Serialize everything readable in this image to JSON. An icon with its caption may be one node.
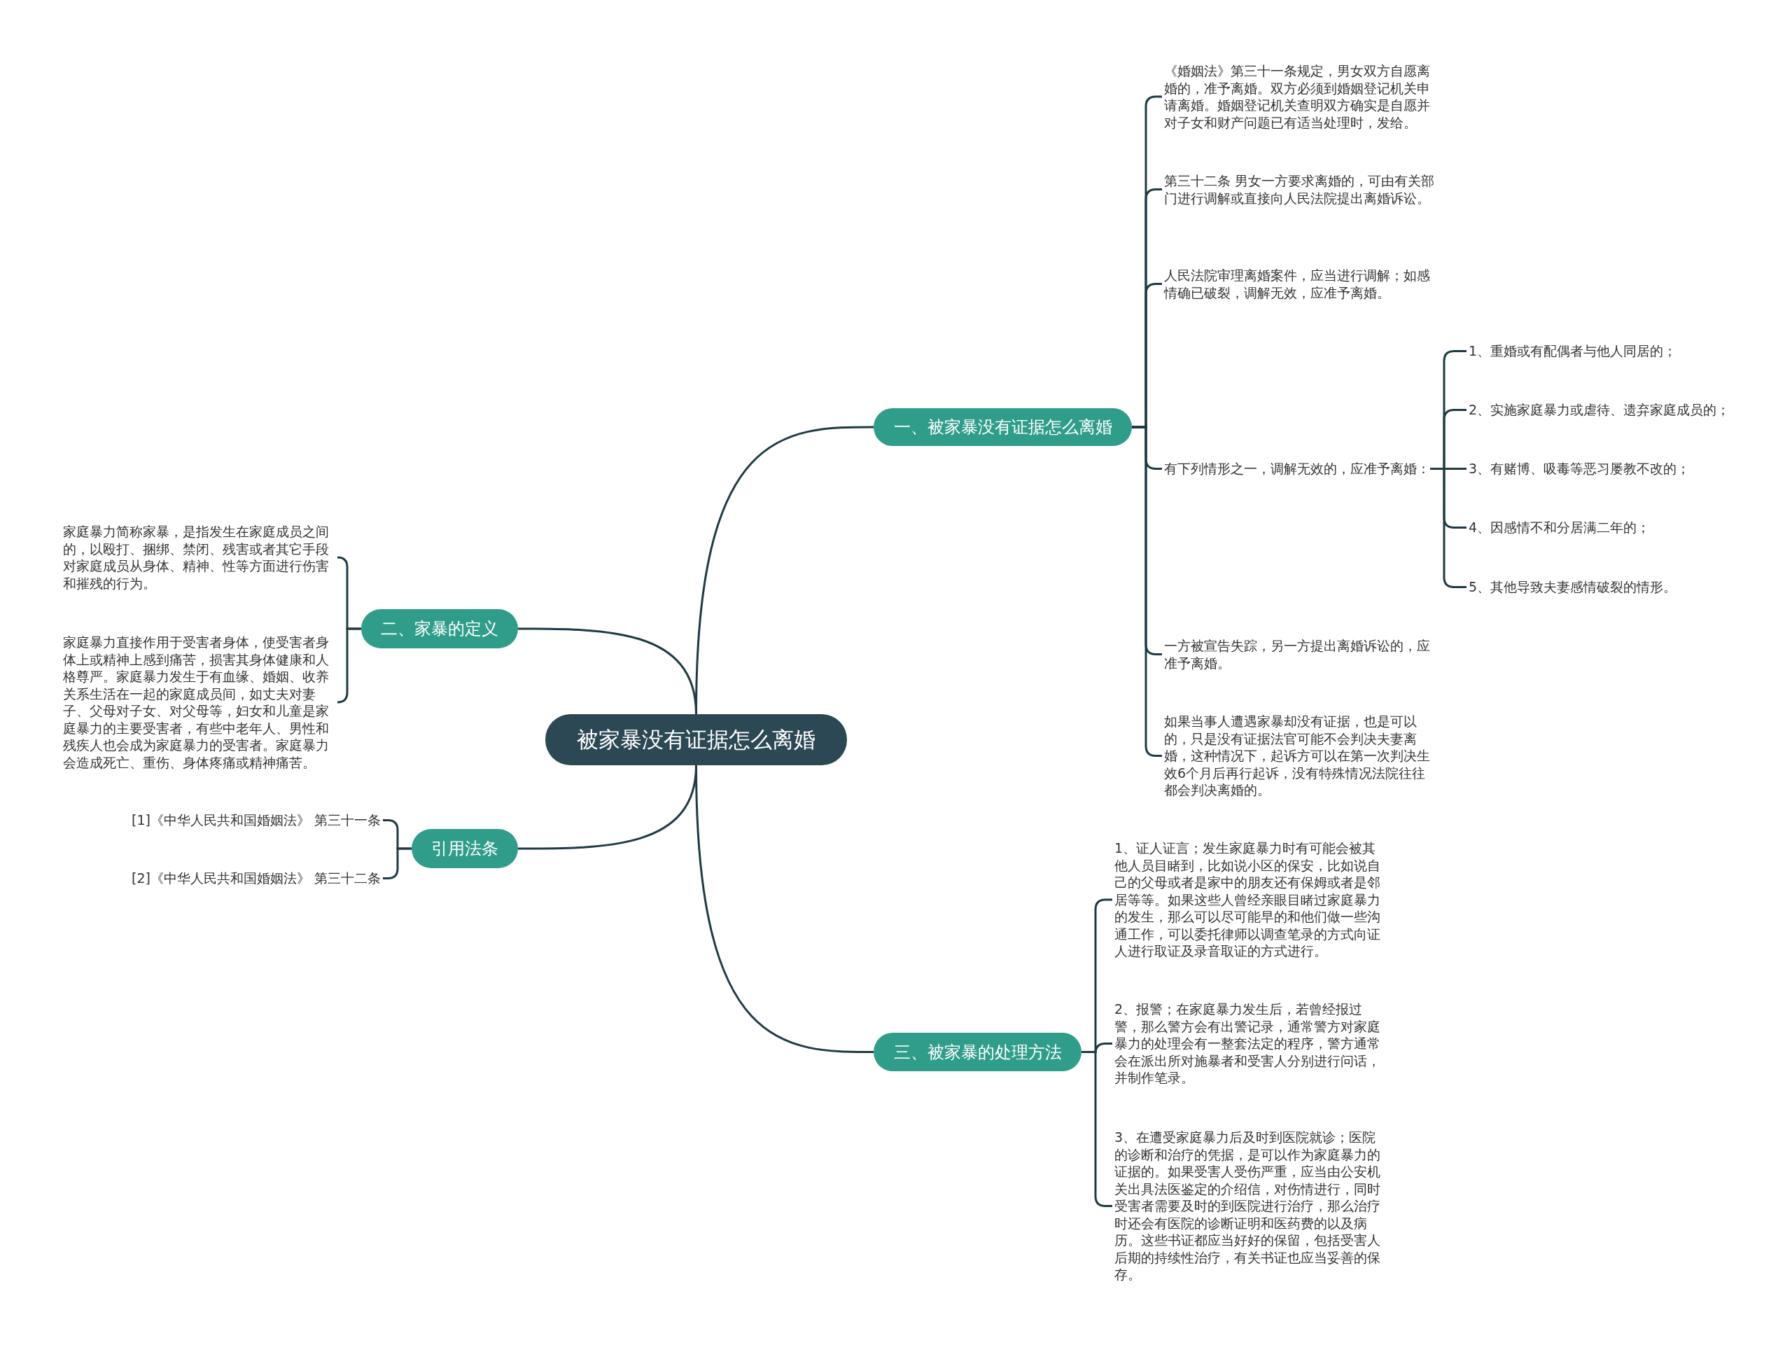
{
  "diagram": {
    "nodes": [
      {
        "text": [
          "被家暴没有证据怎么离婚"
        ]
      },
      {
        "text": [
          "一、被家暴没有证据怎么离婚"
        ]
      },
      {
        "text": [
          "二、家暴的定义"
        ]
      },
      {
        "text": [
          "引用法条"
        ]
      },
      {
        "text": [
          "三、被家暴的处理方法"
        ]
      },
      {
        "text": [
          "《婚姻法》第三十一条规定，男女双方自愿离婚的，准予离婚。双方必须到婚姻登记机关申请离婚。婚姻登记机关查明双方确实是自愿并对子女和财产问题已有适当处理时，发给。"
        ]
      },
      {
        "text": [
          "第三十二条 男女一方要求离婚的，可由有关部门进行调解或直接向人民法院提出离婚诉讼。"
        ]
      },
      {
        "text": [
          "人民法院审理离婚案件，应当进行调解；如感情确已破裂，调解无效，应准予离婚。"
        ]
      },
      {
        "text": [
          "有下列情形之一，调解无效的，应准予离婚："
        ]
      },
      {
        "text": [
          "1、重婚或有配偶者与他人同居的；"
        ]
      },
      {
        "text": [
          "2、实施家庭暴力或虐待、遗弃家庭成员的；"
        ]
      },
      {
        "text": [
          "3、有赌博、吸毒等恶习屡教不改的；"
        ]
      },
      {
        "text": [
          "4、因感情不和分居满二年的；"
        ]
      },
      {
        "text": [
          "5、其他导致夫妻感情破裂的情形。"
        ]
      },
      {
        "text": [
          "一方被宣告失踪，另一方提出离婚诉讼的，应准予离婚。"
        ]
      },
      {
        "text": [
          "如果当事人遭遇家暴却没有证据，也是可以的，只是没有证据法官可能不会判决夫妻离婚，这种情况下，起诉方可以在第一次判决生效6个月后再行起诉，没有特殊情况法院往往都会判决离婚的。"
        ]
      },
      {
        "text": [
          "家庭暴力简称家暴，是指发生在家庭成员之间的，以殴打、捆绑、禁闭、残害或者其它手段对家庭成员从身体、精神、性等方面进行伤害和摧残的行为。"
        ]
      },
      {
        "text": [
          "家庭暴力直接作用于受害者身体，使受害者身体上或精神上感到痛苦，损害其身体健康和人格尊严。家庭暴力发生于有血缘、婚姻、收养关系生活在一起的家庭成员间，如丈夫对妻子、父母对子女、对父母等，妇女和儿童是家庭暴力的主要受害者，有些中老年人、男性和残疾人也会成为家庭暴力的受害者。家庭暴力会造成死亡、重伤、身体疼痛或精神痛苦。"
        ]
      },
      {
        "text": [
          "[1]《中华人民共和国婚姻法》 第三十一条"
        ]
      },
      {
        "text": [
          "[2]《中华人民共和国婚姻法》 第三十二条"
        ]
      },
      {
        "text": [
          "1、证人证言；发生家庭暴力时有可能会被其他人员目睹到，比如说小区的保安，比如说自己的父母或者是家中的朋友还有保姆或者是邻居等等。如果这些人曾经亲眼目睹过家庭暴力的发生，那么可以尽可能早的和他们做一些沟通工作，可以委托律师以调查笔录的方式向证人进行取证及录音取证的方式进行。"
        ]
      },
      {
        "text": [
          "2、报警；在家庭暴力发生后，若曾经报过警，那么警方会有出警记录，通常警方对家庭暴力的处理会有一整套法定的程序，警方通常会在派出所对施暴者和受害人分别进行问话，并制作笔录。"
        ]
      },
      {
        "text": [
          "3、在遭受家庭暴力后及时到医院就诊；医院的诊断和治疗的凭据，是可以作为家庭暴力的证据的。如果受害人受伤严重，应当由公安机关出具法医鉴定的介绍信，对伤情进行，同时受害者需要及时的到医院进行治疗，那么治疗时还会有医院的诊断证明和医药费的以及病历。这些书证都应当好好的保留，包括受害人后期的持续性治疗，有关书证也应当妥善的保存。"
        ]
      }
    ],
    "edges": [
      {
        "from": 0,
        "to": 1,
        "arrow": "none"
      },
      {
        "from": 0,
        "to": 2,
        "arrow": "none"
      },
      {
        "from": 0,
        "to": 3,
        "arrow": "none"
      },
      {
        "from": 0,
        "to": 4,
        "arrow": "none"
      },
      {
        "from": 1,
        "to": 5,
        "arrow": "none"
      },
      {
        "from": 1,
        "to": 6,
        "arrow": "none"
      },
      {
        "from": 1,
        "to": 7,
        "arrow": "none"
      },
      {
        "from": 1,
        "to": 8,
        "arrow": "none"
      },
      {
        "from": 8,
        "to": 9,
        "arrow": "none"
      },
      {
        "from": 8,
        "to": 10,
        "arrow": "none"
      },
      {
        "from": 8,
        "to": 11,
        "arrow": "none"
      },
      {
        "from": 8,
        "to": 12,
        "arrow": "none"
      },
      {
        "from": 8,
        "to": 13,
        "arrow": "none"
      },
      {
        "from": 1,
        "to": 14,
        "arrow": "none"
      },
      {
        "from": 1,
        "to": 15,
        "arrow": "none"
      },
      {
        "from": 2,
        "to": 16,
        "arrow": "none"
      },
      {
        "from": 2,
        "to": 17,
        "arrow": "none"
      },
      {
        "from": 3,
        "to": 18,
        "arrow": "none"
      },
      {
        "from": 3,
        "to": 19,
        "arrow": "none"
      },
      {
        "from": 4,
        "to": 20,
        "arrow": "none"
      },
      {
        "from": 4,
        "to": 21,
        "arrow": "none"
      },
      {
        "from": 4,
        "to": 22,
        "arrow": "none"
      }
    ]
  }
}
